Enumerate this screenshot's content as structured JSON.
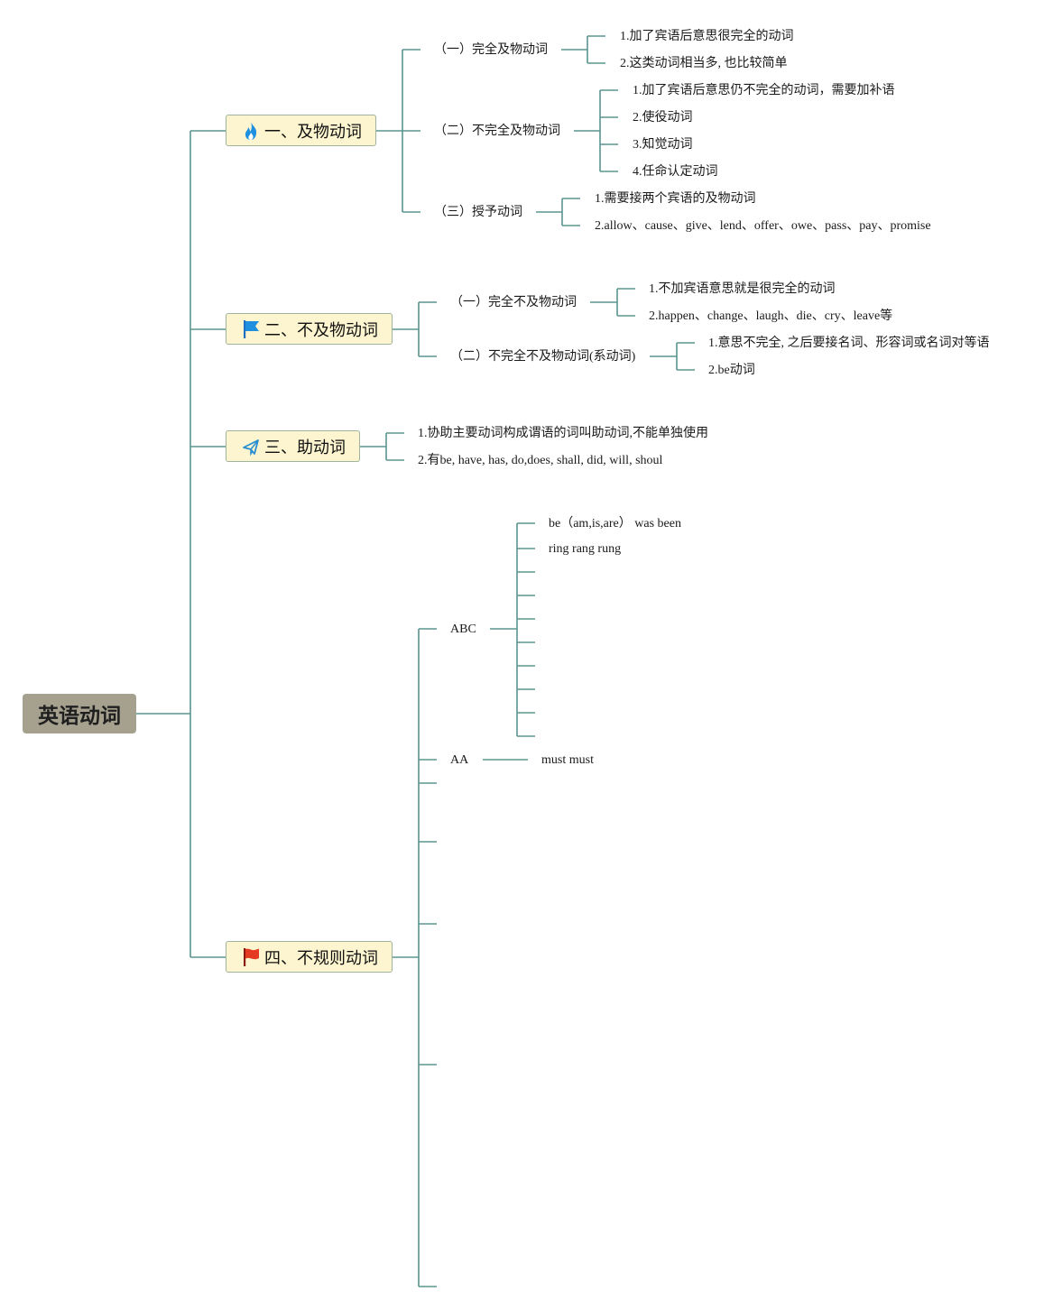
{
  "root": {
    "label": "英语动词"
  },
  "colors": {
    "connector": "#5a958f",
    "topic_fill": "#fdf5cf",
    "root_fill": "#a6a18f"
  },
  "branches": [
    {
      "label": "一、及物动词",
      "icon": "fire-icon",
      "children": [
        {
          "label": "（一）完全及物动词",
          "items": [
            "1.加了宾语后意思很完全的动词",
            "2.这类动词相当多, 也比较简单"
          ]
        },
        {
          "label": "（二）不完全及物动词",
          "items": [
            "1.加了宾语后意思仍不完全的动词，需要加补语",
            "2.使役动词",
            "3.知觉动词",
            "4.任命认定动词"
          ]
        },
        {
          "label": "（三）授予动词",
          "items": [
            "1.需要接两个宾语的及物动词",
            "2.allow、cause、give、lend、offer、owe、pass、pay、promise"
          ]
        }
      ]
    },
    {
      "label": "二、不及物动词",
      "icon": "blue-flag-icon",
      "children": [
        {
          "label": "（一）完全不及物动词",
          "items": [
            "1.不加宾语意思就是很完全的动词",
            "2.happen、change、laugh、die、cry、leave等"
          ]
        },
        {
          "label": "（二）不完全不及物动词(系动词)",
          "items": [
            "1.意思不完全, 之后要接名词、形容词或名词对等语",
            "2.be动词"
          ]
        }
      ]
    },
    {
      "label": "三、助动词",
      "icon": "paper-plane-icon",
      "items": [
        "1.协助主要动词构成谓语的词叫助动词,不能单独使用",
        "2.有be, have, has, do,does, shall, did, will, shoul"
      ]
    },
    {
      "label": "四、不规则动词",
      "icon": "red-flag-icon",
      "children": [
        {
          "label": "ABC",
          "items": [
            "be（am,is,are） was been",
            "ring rang rung"
          ]
        },
        {
          "label": "AA",
          "items": [
            "must must"
          ]
        }
      ]
    }
  ]
}
